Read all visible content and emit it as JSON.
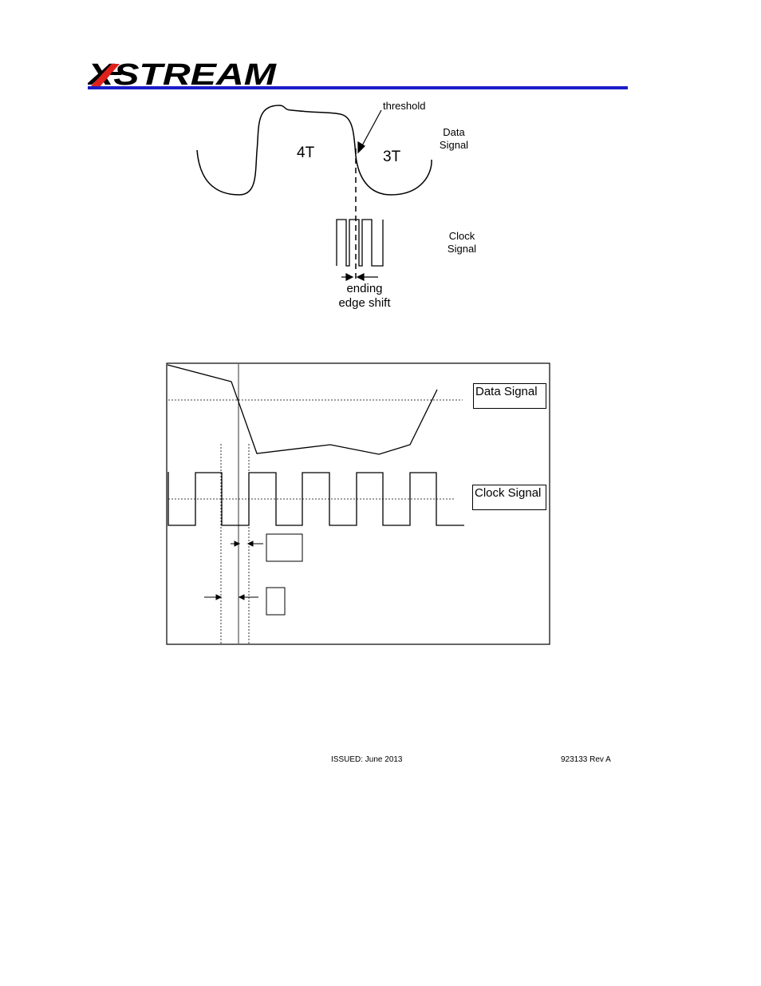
{
  "header": {
    "logo_text": "X-STREAM",
    "rule_color": "#1c1cc7",
    "logo_primary_color": "#000000",
    "logo_accent_color": "#e0201c"
  },
  "figure1": {
    "threshold_label": "threshold",
    "data_signal_label_line1": "Data",
    "data_signal_label_line2": "Signal",
    "left_region_label": "4T",
    "right_region_label": "3T",
    "clock_signal_label_line1": "Clock",
    "clock_signal_label_line2": "Signal",
    "edge_shift_label_line1": "ending",
    "edge_shift_label_line2": "edge shift"
  },
  "figure2": {
    "data_signal_box_label": "Data Signal",
    "clock_signal_box_label": "Clock Signal"
  },
  "footer": {
    "issued": "ISSUED: June 2013",
    "doc_number": "923133 Rev A"
  }
}
